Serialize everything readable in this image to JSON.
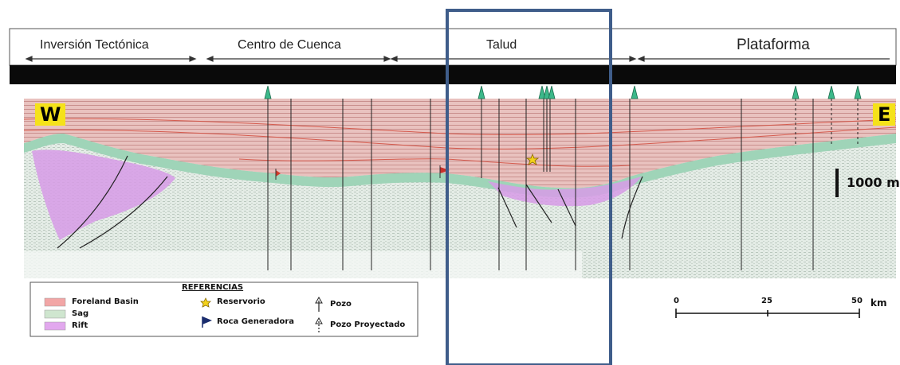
{
  "zones": [
    {
      "label": "Inversión Tectónica"
    },
    {
      "label": "Centro de Cuenca"
    },
    {
      "label": "Talud"
    },
    {
      "label": "Plataforma"
    }
  ],
  "section": {
    "west_label": "W",
    "east_label": "E",
    "vertical_scale_label": "1000 m"
  },
  "legend": {
    "title": "REFERENCIAS",
    "units": [
      {
        "label": "Foreland Basin",
        "color": "#f2a6a6"
      },
      {
        "label": "Sag",
        "color": "#cfe6cf"
      },
      {
        "label": "Rift",
        "color": "#e2a8ee"
      }
    ],
    "symbols": [
      {
        "label": "Reservorio",
        "icon": "reservoir-star-icon"
      },
      {
        "label": "Roca Generadora",
        "icon": "source-rock-flag-icon"
      },
      {
        "label": "Pozo",
        "icon": "well-arrow-icon"
      },
      {
        "label": "Pozo Proyectado",
        "icon": "projected-well-arrow-icon"
      }
    ]
  },
  "scale_bar": {
    "ticks": [
      "0",
      "25",
      "50"
    ],
    "unit": "km"
  },
  "colors": {
    "highlight_frame": "#3f5d8a",
    "well_marker": "#3cb88a",
    "foreland": "#e8b4b4",
    "sag": "#9fd4b8",
    "rift": "#cf8fe0",
    "basement": "#dde8e2"
  }
}
